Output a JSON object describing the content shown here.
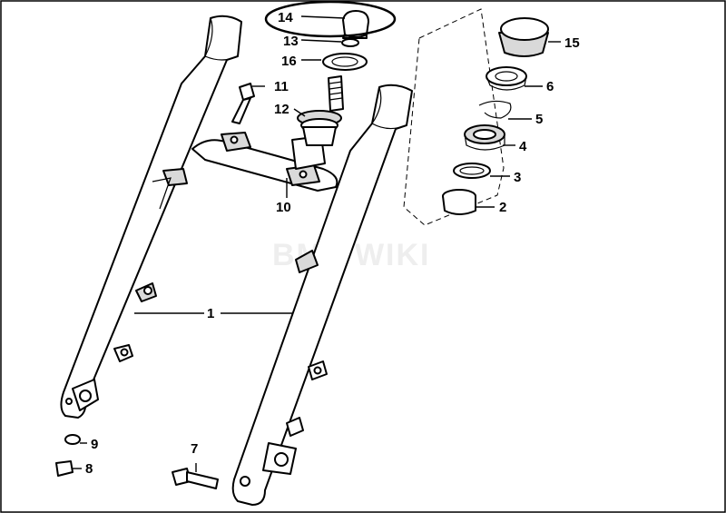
{
  "watermark": "BMWWIKI",
  "callouts": {
    "c1": "1",
    "c2": "2",
    "c3": "3",
    "c4": "4",
    "c5": "5",
    "c6": "6",
    "c7": "7",
    "c8": "8",
    "c9": "9",
    "c10": "10",
    "c11": "11",
    "c12": "12",
    "c13": "13",
    "c14": "14",
    "c15": "15",
    "c16": "16"
  },
  "highlighted_callout": "14"
}
